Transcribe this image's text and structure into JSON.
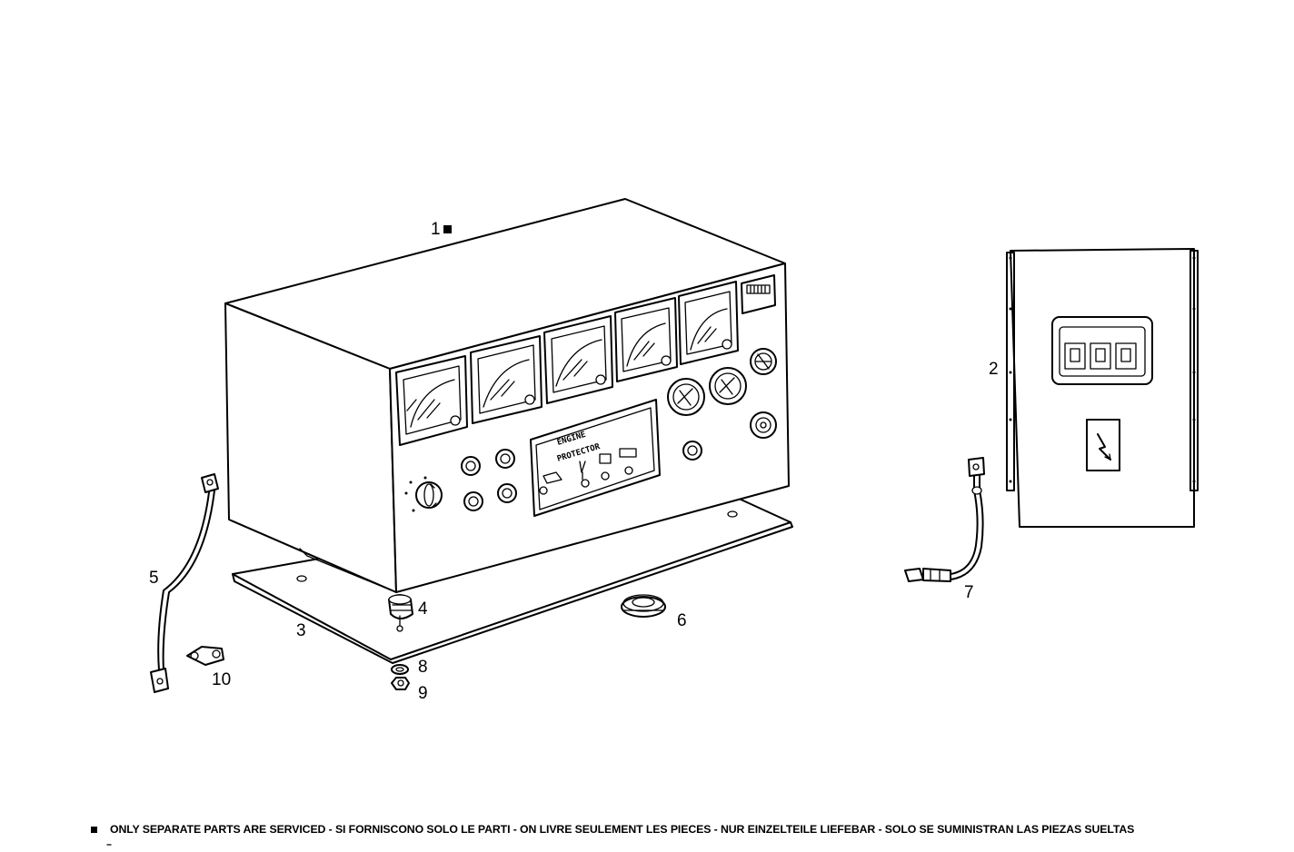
{
  "callouts": {
    "c1": "1",
    "c2": "2",
    "c3": "3",
    "c4": "4",
    "c5": "5",
    "c6": "6",
    "c7": "7",
    "c8": "8",
    "c9": "9",
    "c10": "10"
  },
  "panel": {
    "label_line1": "ENGINE",
    "label_line2": "PROTECTOR"
  },
  "footer": {
    "note": "ONLY SEPARATE PARTS ARE SERVICED - SI FORNISCONO SOLO LE PARTI  - ON LIVRE SEULEMENT LES PIECES - NUR EINZELTEILE LIEFEBAR - SOLO SE SUMINISTRAN LAS PIEZAS SUELTAS"
  },
  "colors": {
    "ink": "#000000",
    "paper": "#ffffff"
  }
}
